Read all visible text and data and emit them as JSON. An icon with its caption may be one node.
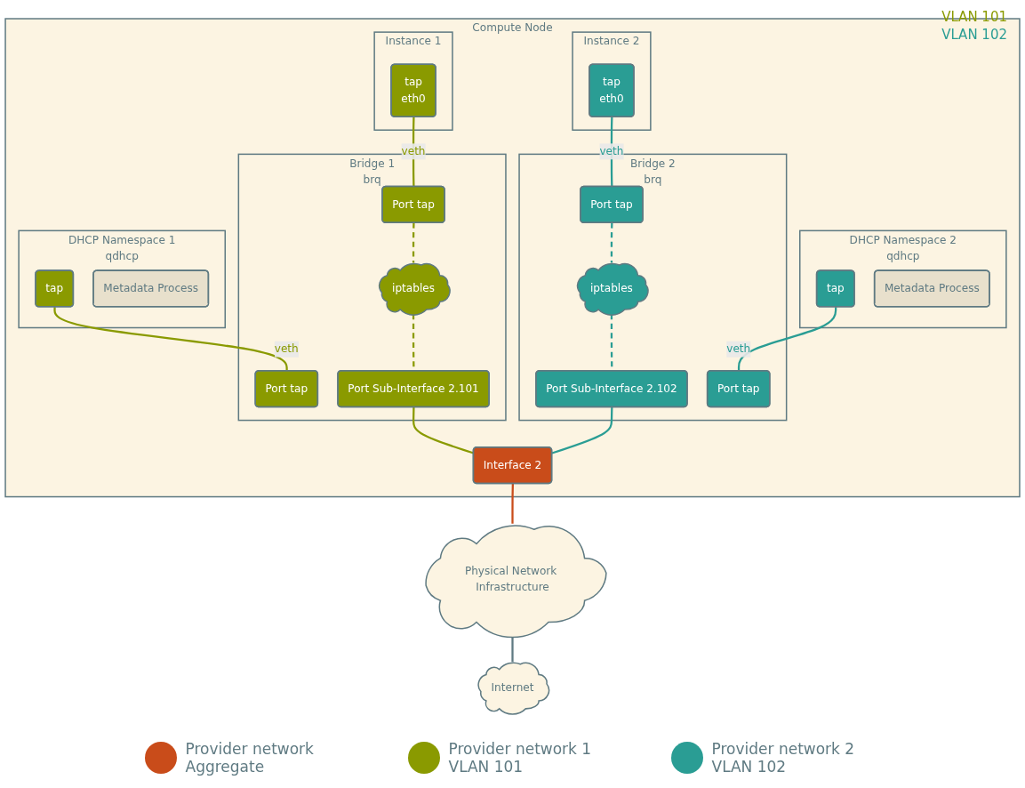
{
  "diagram": {
    "nodes": [
      {
        "text": [
          "Compute Node"
        ]
      },
      {
        "text": [
          "Instance 1"
        ],
        "in": 0
      },
      {
        "text": [
          "tap",
          "eth0"
        ],
        "in": 1
      },
      {
        "text": [
          "Bridge 1",
          "brq"
        ],
        "in": 0
      },
      {
        "text": [
          "Port tap"
        ],
        "in": 3
      },
      {
        "text": [
          "iptables"
        ],
        "in": 3
      },
      {
        "text": [
          "Port tap"
        ],
        "in": 3
      },
      {
        "text": [
          "Port Sub-Interface 2.101"
        ],
        "in": 3
      },
      {
        "text": [
          "Bridge 2",
          "brq"
        ],
        "in": 0
      },
      {
        "text": [
          "iptables"
        ],
        "in": 8
      },
      {
        "text": [
          "Port tap"
        ],
        "in": 8
      },
      {
        "text": [
          "Port Sub-Interface 2.102"
        ],
        "in": 8
      },
      {
        "text": [
          "Port tap"
        ],
        "in": 8
      },
      {
        "text": [
          "Instance 2"
        ],
        "in": 0
      },
      {
        "text": [
          "tap",
          "eth0"
        ],
        "in": 13
      },
      {
        "text": [
          "DHCP Namespace 1",
          "qdhcp"
        ],
        "in": 0
      },
      {
        "text": [
          "tap"
        ],
        "in": 15
      },
      {
        "text": [
          "Metadata Process"
        ],
        "in": 15
      },
      {
        "text": [
          "DHCP Namespace 2",
          "qdhcp"
        ],
        "in": 0
      },
      {
        "text": [
          "tap"
        ],
        "in": 18
      },
      {
        "text": [
          "Metadata Process"
        ],
        "in": 18
      },
      {
        "text": [
          "Interface 2"
        ],
        "in": 0
      },
      {
        "text": [
          "Physical Network Infrastructure"
        ]
      },
      {
        "text": [
          "Internet"
        ]
      }
    ],
    "edges": [
      {
        "from": 2,
        "to": 4,
        "arrow": "none",
        "label": "veth",
        "color": "#8a9a00"
      },
      {
        "from": 16,
        "to": 6,
        "arrow": "none",
        "label": "veth",
        "color": "#8a9a00"
      },
      {
        "from": 4,
        "to": 5,
        "arrow": "none",
        "style": "dashed",
        "color": "#8a9a00"
      },
      {
        "from": 5,
        "to": 7,
        "arrow": "none",
        "style": "dashed",
        "color": "#8a9a00"
      },
      {
        "from": 7,
        "to": 21,
        "arrow": "none",
        "color": "#8a9a00"
      },
      {
        "from": 14,
        "to": 10,
        "arrow": "none",
        "label": "veth",
        "color": "#2a9d94"
      },
      {
        "from": 19,
        "to": 12,
        "arrow": "none",
        "label": "veth",
        "color": "#2a9d94"
      },
      {
        "from": 10,
        "to": 9,
        "arrow": "none",
        "style": "dashed",
        "color": "#2a9d94"
      },
      {
        "from": 9,
        "to": 11,
        "arrow": "none",
        "style": "dashed",
        "color": "#2a9d94"
      },
      {
        "from": 11,
        "to": 21,
        "arrow": "none",
        "color": "#2a9d94"
      },
      {
        "from": 21,
        "to": 22,
        "arrow": "none",
        "color": "#c94c1a"
      },
      {
        "from": 22,
        "to": 23,
        "arrow": "none",
        "color": "#5f7a82"
      }
    ],
    "labels": [
      "VLAN 101",
      "VLAN 102"
    ],
    "legend": [
      {
        "text": "Provider network Aggregate",
        "color": "#c94c1a"
      },
      {
        "text": "Provider network 1 VLAN 101",
        "color": "#8a9a00"
      },
      {
        "text": "Provider network 2 VLAN 102",
        "color": "#2a9d94"
      }
    ]
  }
}
